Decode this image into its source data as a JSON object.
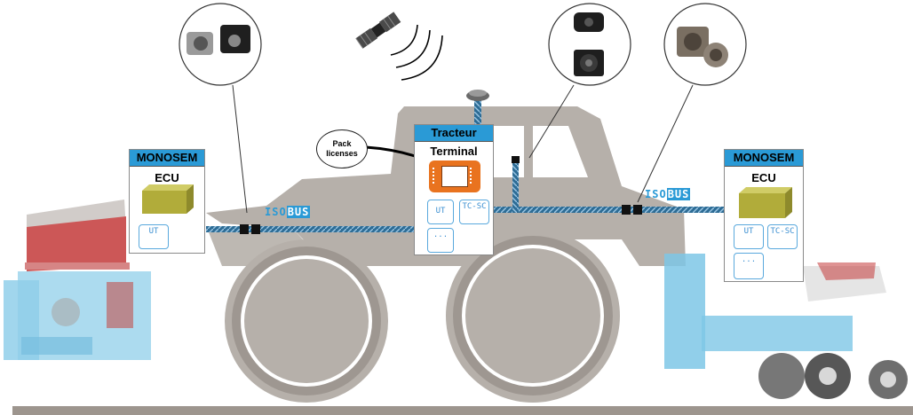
{
  "colors": {
    "accent": "#2a9ad6",
    "tractor": "#b6b0aa",
    "cable": "#2d6c95",
    "ground": "#9d958e",
    "terminal": "#e9731f",
    "ecu": "#b1ac3a",
    "equipment": "#7ec7e6",
    "seeder_red": "#c43a3a"
  },
  "icons": [
    "satellite-icon",
    "connector-photo-icon",
    "socket-photo-icon",
    "plug-photo-icon",
    "gps-antenna-icon"
  ],
  "left_panel": {
    "header": "MONOSEM",
    "title": "ECU",
    "chips": [
      "UT"
    ]
  },
  "center_panel": {
    "header": "Tracteur",
    "title": "Terminal",
    "chips": [
      "UT",
      "TC-SC",
      "..."
    ]
  },
  "right_panel": {
    "header": "MONOSEM",
    "title": "ECU",
    "chips": [
      "UT",
      "TC-SC",
      "..."
    ]
  },
  "pack_label": {
    "line1": "Pack",
    "line2": "licenses"
  },
  "isobus_left": {
    "a": "ISO",
    "b": "BUS"
  },
  "isobus_right": {
    "a": "ISO",
    "b": "BUS"
  }
}
